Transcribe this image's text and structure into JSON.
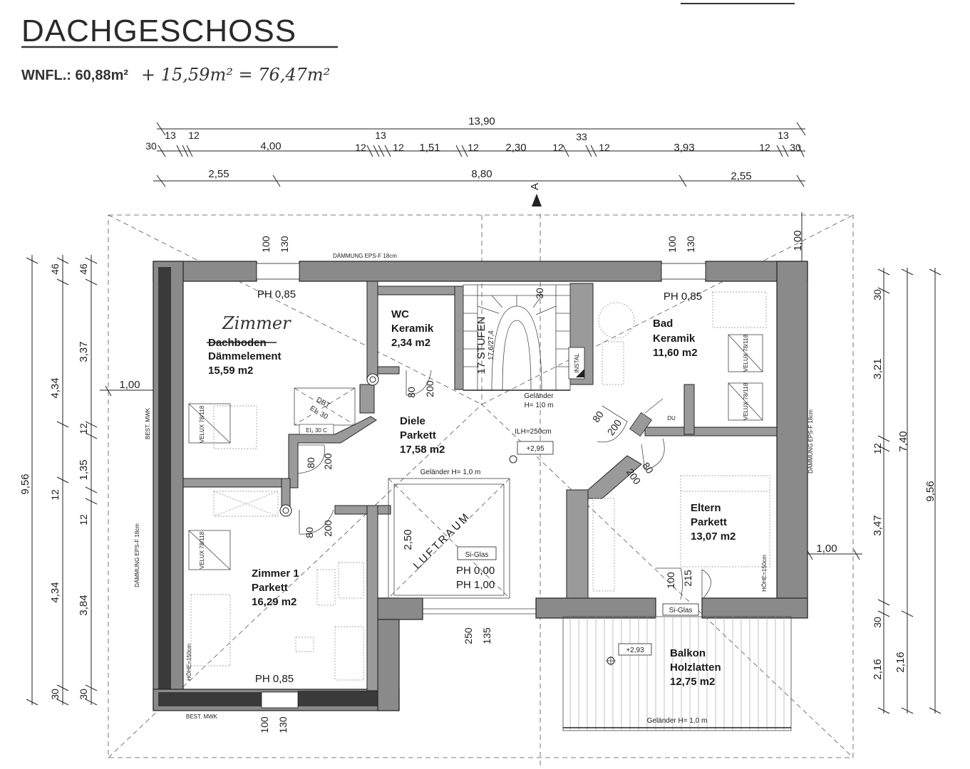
{
  "header": {
    "title": "DACHGESCHOSS",
    "wnfl_printed": "WNFL.: 60,88m²",
    "wnfl_handwritten": "+ 15,59m² = 76,47m²"
  },
  "dimensions": {
    "top_total": "13,90",
    "top_row": [
      "30",
      "13",
      "12",
      "4,00",
      "12",
      "13",
      "12",
      "1,51",
      "12",
      "2,30",
      "12",
      "33",
      "12",
      "3,93",
      "12",
      "13",
      "30"
    ],
    "top_axis": [
      "2,55",
      "8,80",
      "2,55"
    ],
    "left_outer": "9,56",
    "left_mid": [
      "46",
      "4,34",
      "12",
      "4,34",
      "30"
    ],
    "left_inner": [
      "46",
      "3,37",
      "12",
      "1,35",
      "12",
      "3,84",
      "30"
    ],
    "left_overhang": "1,00",
    "right_outer": "9,56",
    "right_mid": [
      "7,40",
      "2,16"
    ],
    "right_inner": [
      "30",
      "3,21",
      "12",
      "3,47",
      "30",
      "2,16"
    ],
    "right_overhang": "1,00",
    "right_top_overhang": "1,00",
    "window_dims": [
      "100",
      "130"
    ],
    "door_dims": [
      "80",
      "200"
    ],
    "bottom_dims": [
      "250",
      "135"
    ],
    "stair_dim": "30",
    "luftraum_dim": "2,50",
    "balcony_door_dims": [
      "100",
      "215"
    ]
  },
  "labels": {
    "section_marker": "A",
    "insulation_top": "DÄMMUNG EPS-F 18cm",
    "insulation_left": "DÄMMUNG EPS-F 18cm",
    "insulation_right": "DÄMMUNG EPS-F 18cm",
    "best_mwk_left": "BEST. MWK",
    "best_mwk_bottom": "BEST. MWK",
    "hoehe_left": "HÖHE=150cm",
    "hoehe_right": "HÖHE=150cm",
    "dbt": "DBT",
    "ei30": "EI₂ 30",
    "ei30c": "EI₂ 30 C",
    "instal": "INSTAL",
    "du": "DU",
    "ilh": "ILH=250cm",
    "level_diele": "+2,95",
    "level_balkon": "+2,93",
    "gelaender_stair_1": "Geländer",
    "gelaender_stair_2": "H= 1,0 m",
    "gelaender_luftraum": "Geländer H= 1,0 m",
    "gelaender_balkon": "Geländer H= 1,0 m",
    "velux": "VELUX 78/118",
    "stufen": "17 STUFEN",
    "stufen_dim": "17,6/27,4",
    "si_glas": "Si-Glas",
    "luftraum": "LUFTRAUM",
    "luftraum_ph1": "PH 0,00",
    "luftraum_ph2": "PH 1,00",
    "ph_085": "PH 0,85"
  },
  "rooms": {
    "dachboden": {
      "handwritten": "Zimmer",
      "struck": "Dachboden",
      "line2": "Dämmelement",
      "area": "15,59 m2"
    },
    "wc": {
      "name": "WC",
      "floor": "Keramik",
      "area": "2,34 m2"
    },
    "bad": {
      "name": "Bad",
      "floor": "Keramik",
      "area": "11,60 m2"
    },
    "diele": {
      "name": "Diele",
      "floor": "Parkett",
      "area": "17,58 m2"
    },
    "eltern": {
      "name": "Eltern",
      "floor": "Parkett",
      "area": "13,07 m2"
    },
    "zimmer1": {
      "name": "Zimmer 1",
      "floor": "Parkett",
      "area": "16,29 m2"
    },
    "balkon": {
      "name": "Balkon",
      "floor": "Holzlatten",
      "area": "12,75 m2"
    }
  }
}
